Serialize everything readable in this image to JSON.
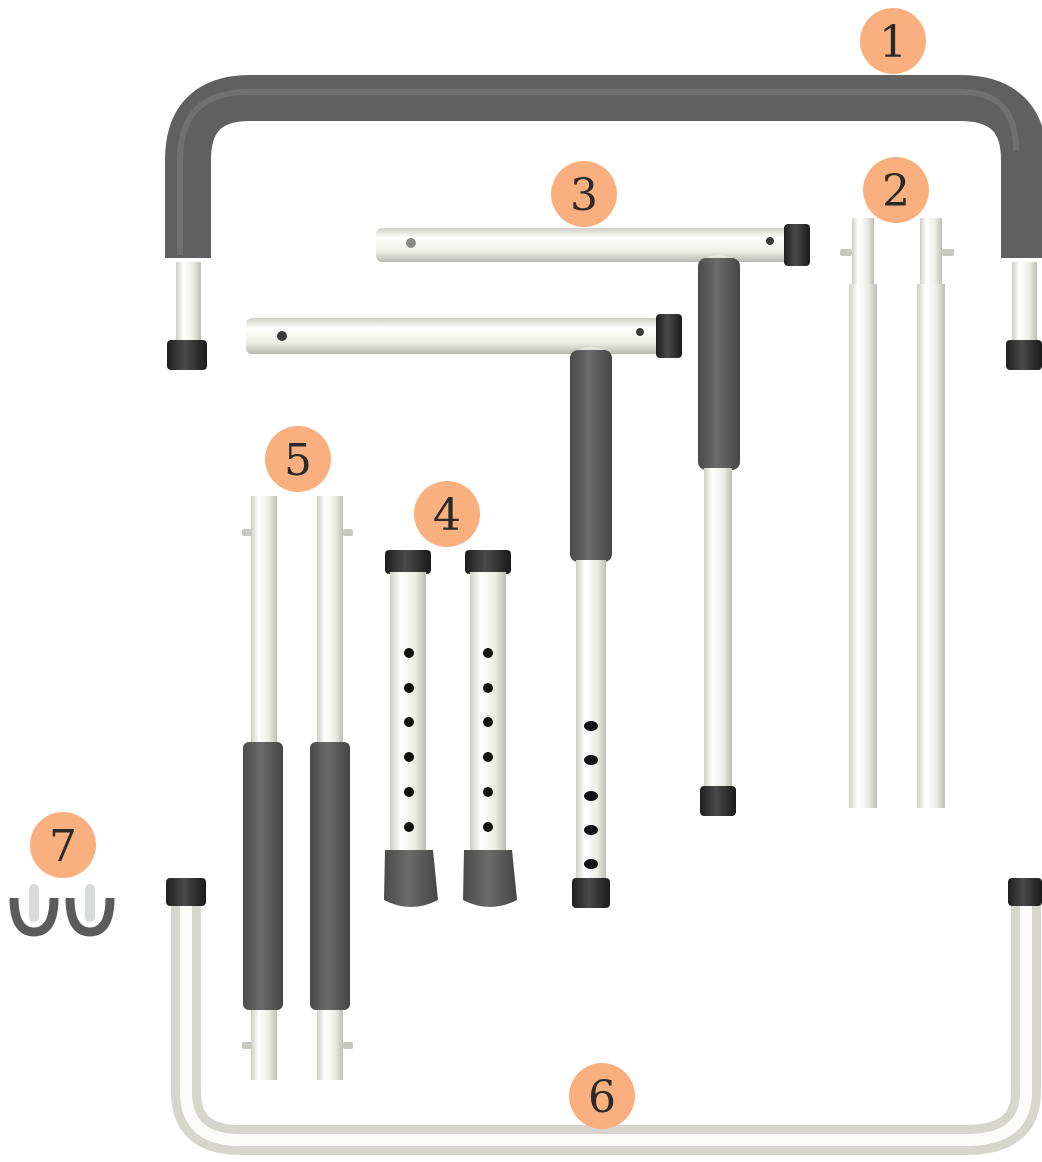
{
  "colors": {
    "badge": "#F9B07E",
    "badge_text": "#2A2A2A",
    "foam_grip": "#5F605F",
    "rubber_cap": "#2E2E2E",
    "aluminum_tube": "#EAEAE4"
  },
  "callouts": [
    {
      "id": "1",
      "label": "1"
    },
    {
      "id": "2",
      "label": "2"
    },
    {
      "id": "3",
      "label": "3"
    },
    {
      "id": "4",
      "label": "4"
    },
    {
      "id": "5",
      "label": "5"
    },
    {
      "id": "6",
      "label": "6"
    },
    {
      "id": "7",
      "label": "7"
    }
  ]
}
